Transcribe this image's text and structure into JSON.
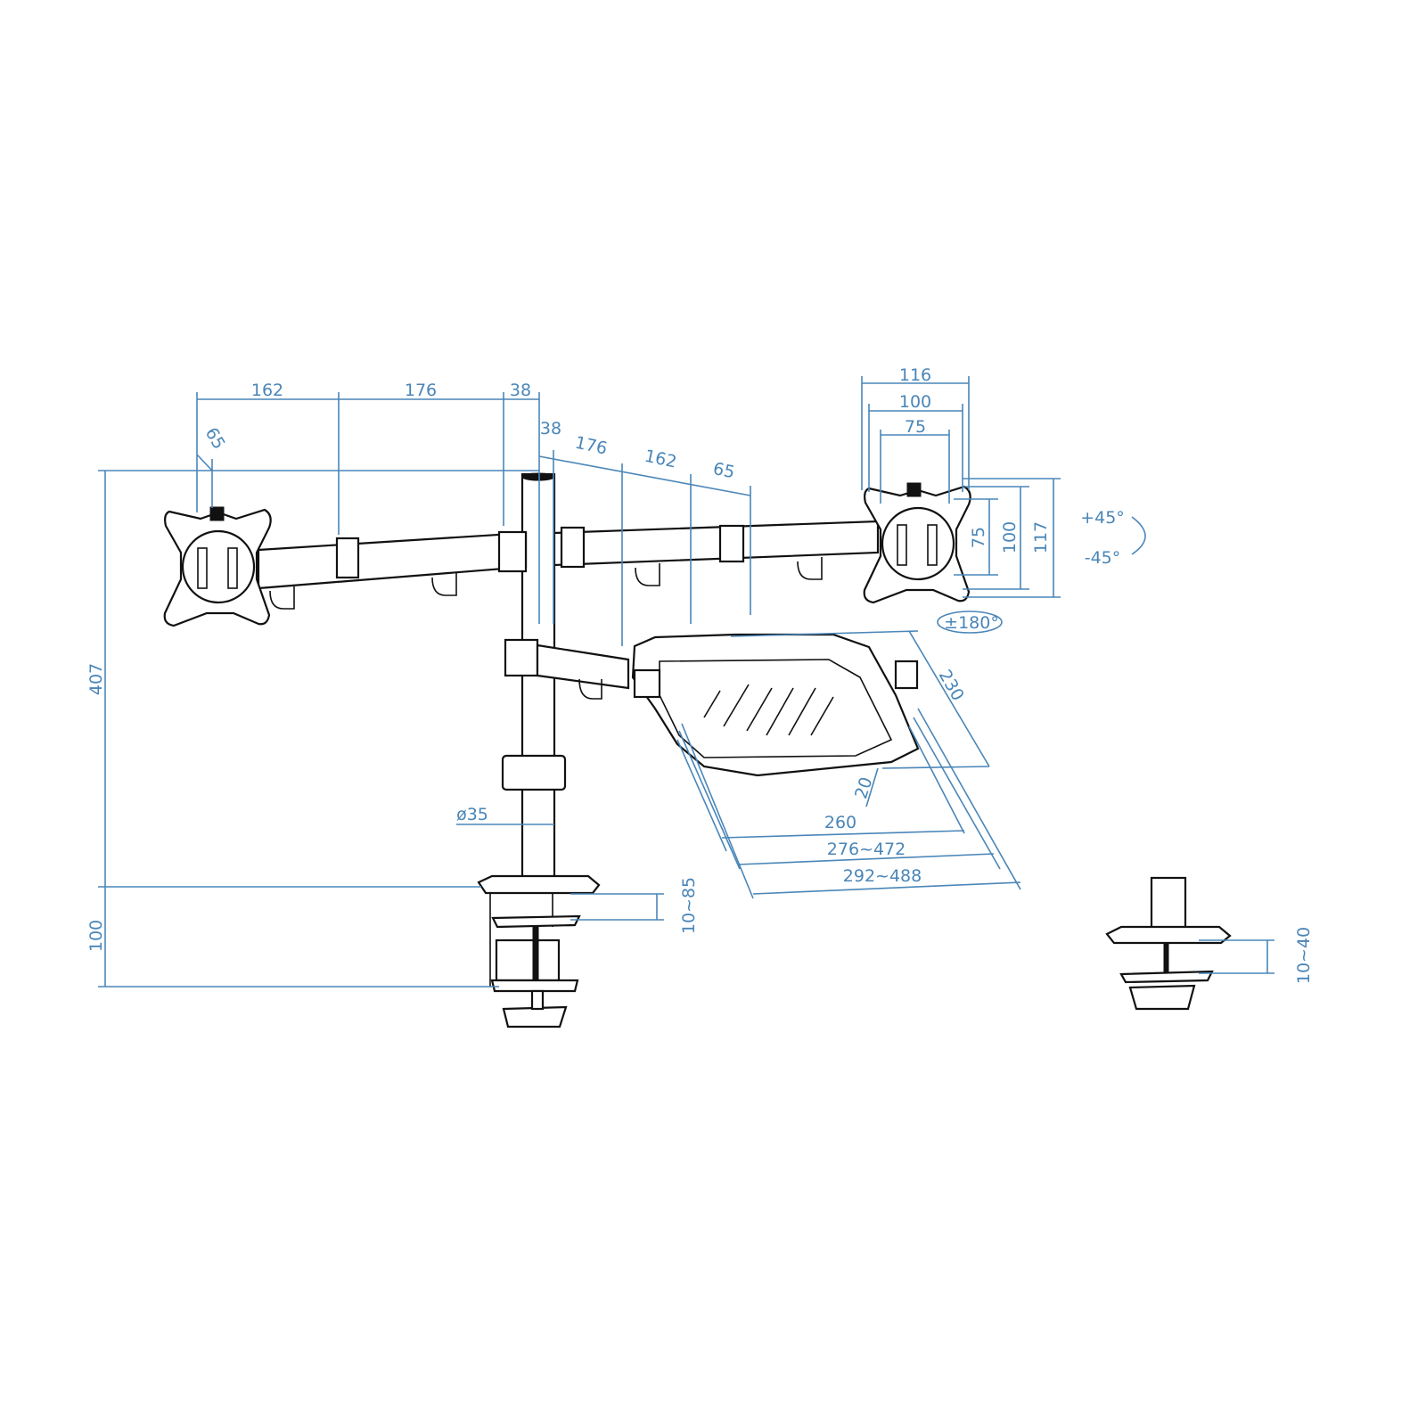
{
  "colors": {
    "dimension": "#4a86b8",
    "drawing": "#111111",
    "background": "#ffffff"
  },
  "dimensions": {
    "left_arm": {
      "seg1": "162",
      "seg2": "176",
      "seg3": "38",
      "vesa_offset": "65"
    },
    "right_arm": {
      "seg1": "38",
      "seg2": "176",
      "seg3": "162",
      "seg4": "65"
    },
    "vesa_width": {
      "outer": "116",
      "mid": "100",
      "inner": "75"
    },
    "vesa_height": {
      "inner": "75",
      "mid": "100",
      "outer": "117"
    },
    "tilt": {
      "up": "+45°",
      "down": "-45°"
    },
    "rotation": "±180°",
    "tray": {
      "depth": "230",
      "lip": "20",
      "width": "260",
      "clamp_range_1": "276~472",
      "clamp_range_2": "292~488"
    },
    "pole_diameter": "ø35",
    "height_total": "407",
    "clamp_height": "100",
    "desk_clamp_range": "10~85",
    "grommet_range": "10~40"
  }
}
